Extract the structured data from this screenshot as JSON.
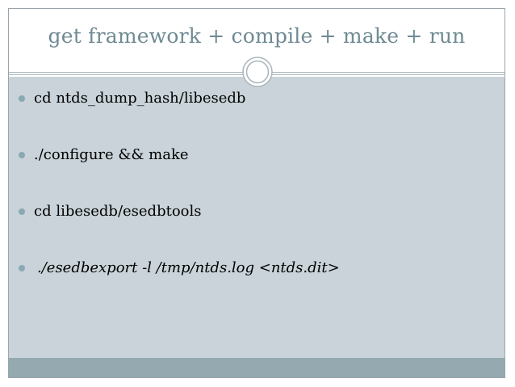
{
  "slide": {
    "title": "get framework + compile + make + run",
    "bullets": [
      {
        "text": "cd ntds_dump_hash/libesedb",
        "italic": false
      },
      {
        "text": "./configure && make",
        "italic": false
      },
      {
        "text": "cd libesedb/esedbtools",
        "italic": false
      },
      {
        "text": "./esedbexport -l /tmp/ntds.log <ntds.dit>",
        "italic": true
      }
    ],
    "ornament_icon": "circle-ring-icon"
  },
  "colors": {
    "title": "#6f8a93",
    "body_background": "#c9d3d9",
    "footer_bar": "#94aab0",
    "bullet_dot": "#8aa8b4",
    "frame_border": "#9aa5ab"
  }
}
